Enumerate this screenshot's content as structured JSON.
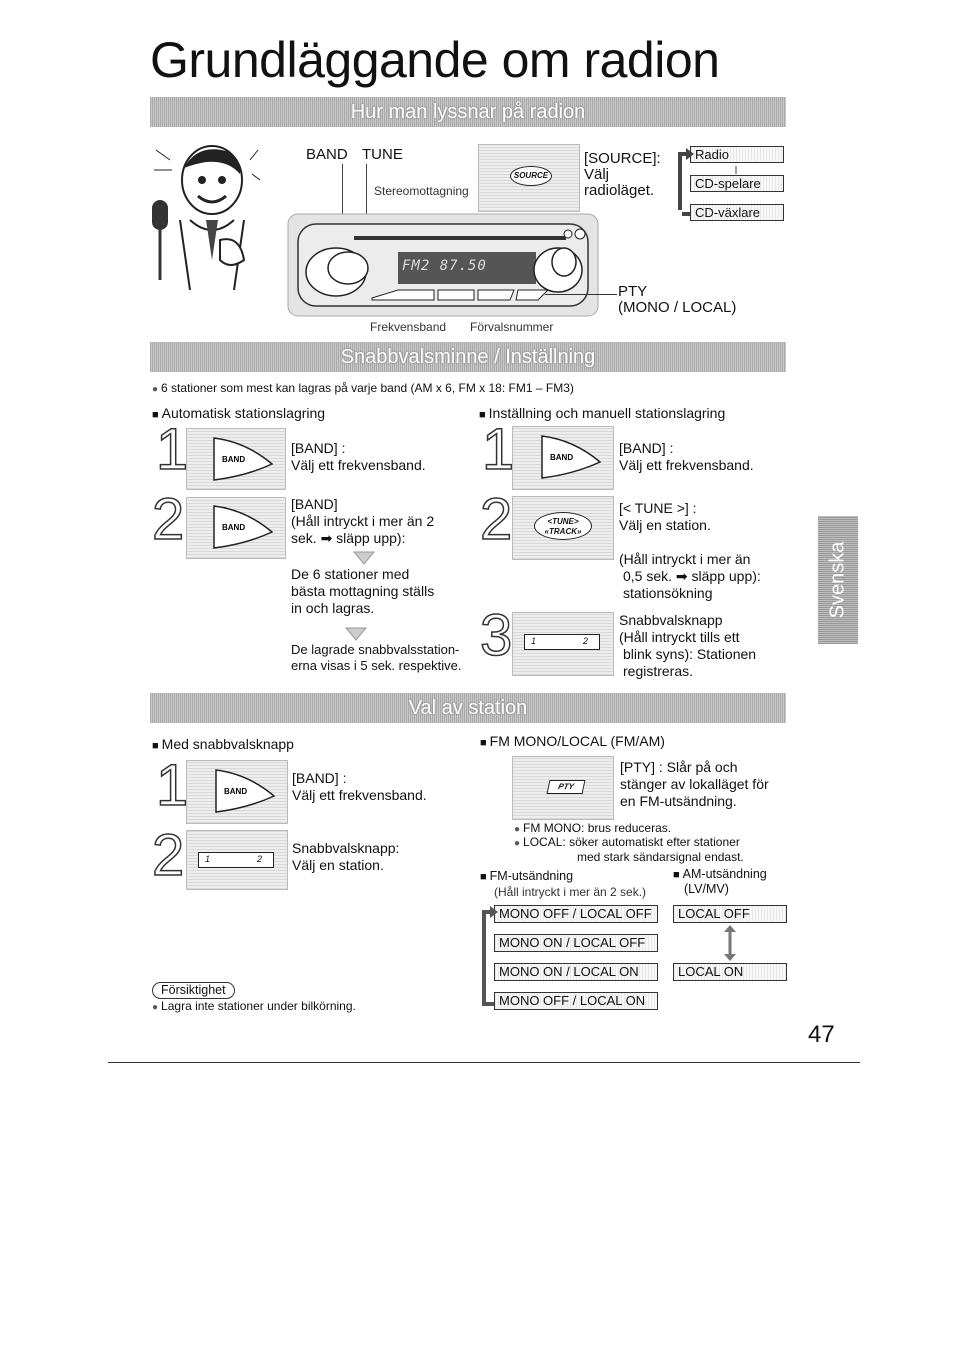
{
  "title": "Grundläggande om radion",
  "sections": {
    "s1": "Hur man lyssnar på radion",
    "s2": "Snabbvalsminne / Inställning",
    "s3": "Val av station"
  },
  "side_tab": "Svenska",
  "radio": {
    "band": "BAND",
    "tune": "TUNE",
    "stereo": "Stereomottagning",
    "source_btn": "SOURCE",
    "source_text": "[SOURCE]:",
    "source_val": "Välj",
    "source_desc": "radioläget.",
    "modes": [
      "Radio",
      "CD-spelare",
      "CD-växlare"
    ],
    "display": "FM2  87.50",
    "pty": "PTY",
    "mono_local": "(MONO / LOCAL)",
    "frekvensband": "Frekvensband",
    "forval": "Förvalsnummer"
  },
  "s2": {
    "note": "6 stationer som mest kan lagras på varje band (AM x 6, FM x 18: FM1 – FM3)",
    "left_head": "Automatisk stationslagring",
    "right_head": "Inställning och manuell stationslagring",
    "num1": "1",
    "num2": "2",
    "num3": "3",
    "band_btn": "BAND",
    "l1a": "[BAND] :",
    "l1b": "Välj ett frekvensband.",
    "l2a": "[BAND]",
    "l2b": "(Håll intryckt i mer än 2",
    "l2c": "sek. ➡ släpp upp):",
    "l3a": "De 6 stationer med",
    "l3b": "bästa mottagning ställs",
    "l3c": "in och lagras.",
    "l4a": "De lagrade snabbvalsstation-",
    "l4b": "erna visas i 5 sek. respektive.",
    "r1a": "[BAND] :",
    "r1b": "Välj ett frekvensband.",
    "tune_btn1": "<TUNE>",
    "tune_btn2": "«TRACK»",
    "r2a": "[< TUNE >] :",
    "r2b": "Välj en station.",
    "r3a": "(Håll intryckt i mer än",
    "r3b": "0,5 sek. ➡ släpp upp):",
    "r3c": "stationsökning",
    "r4a": "Snabbvalsknapp",
    "r4b": "(Håll intryckt tills ett",
    "r4c": "blink syns): Stationen",
    "r4d": "registreras.",
    "preset1": "1",
    "preset2": "2"
  },
  "s3": {
    "left_head": "Med snabbvalsknapp",
    "right_head": "FM MONO/LOCAL (FM/AM)",
    "l1a": "[BAND] :",
    "l1b": "Välj ett frekvensband.",
    "l2a": "Snabbvalsknapp:",
    "l2b": "Välj en station.",
    "pty_btn": "PTY",
    "r1a": "[PTY] : Slår på och",
    "r1b": "stänger av lokalläget för",
    "r1c": "en FM-utsändning.",
    "n1": "FM MONO: brus reduceras.",
    "n2": "LOCAL: söker automatiskt efter stationer",
    "n3": "med stark sändarsignal endast.",
    "fm_head": "FM-utsändning",
    "fm_sub": "(Håll intryckt i mer än 2 sek.)",
    "am_head": "AM-utsändning",
    "am_sub": "(LV/MV)",
    "fm_modes": [
      "MONO OFF / LOCAL OFF",
      "MONO ON / LOCAL OFF",
      "MONO ON / LOCAL ON",
      "MONO OFF / LOCAL ON"
    ],
    "am_modes": [
      "LOCAL OFF",
      "LOCAL ON"
    ],
    "caution": "Försiktighet",
    "caution_text": "Lagra inte stationer under bilkörning."
  },
  "page_number": "47"
}
